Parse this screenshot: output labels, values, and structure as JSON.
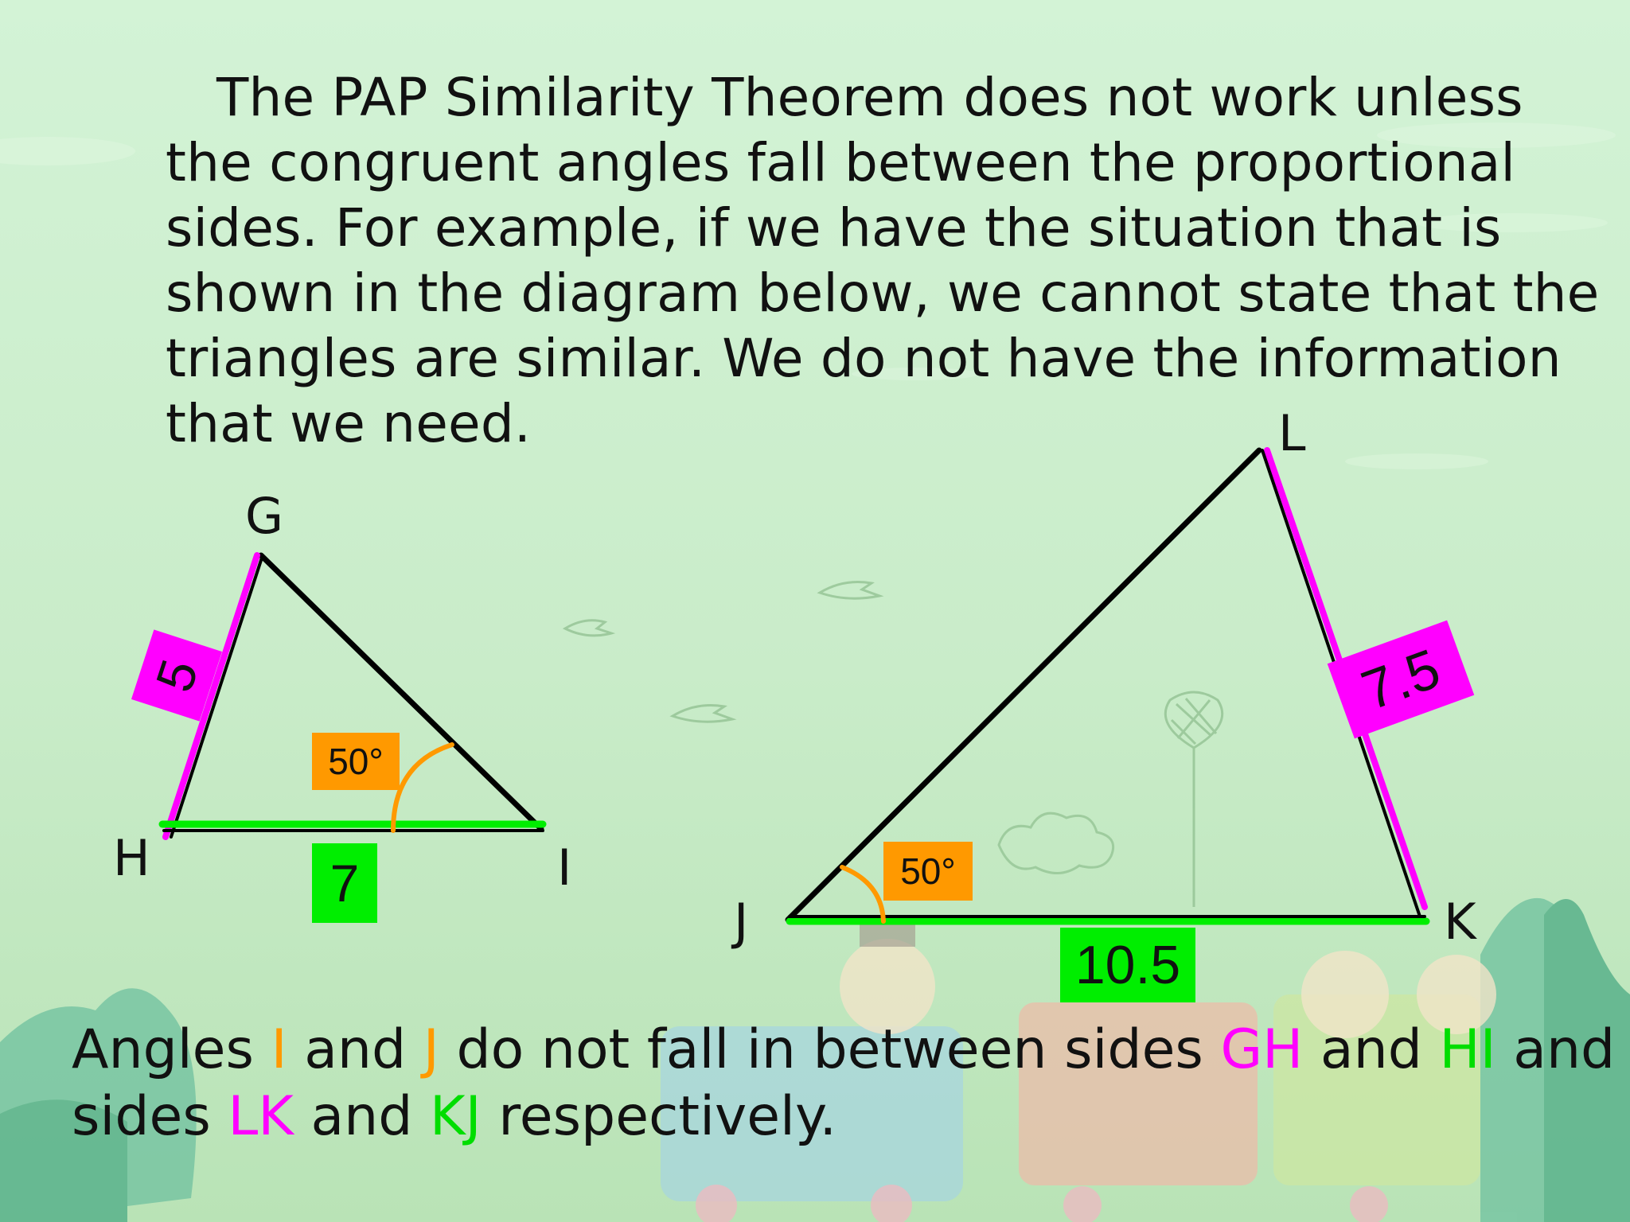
{
  "intro_lines": [
    "The PAP Similarity Theorem does not work unless",
    "the congruent angles fall between the proportional",
    "sides.  For example, if we have the situation that is",
    "shown in the diagram below, we cannot state that the",
    "triangles are similar.  We do not have the information",
    "that we need."
  ],
  "triangle_small": {
    "vertices": {
      "G": "G",
      "H": "H",
      "I": "I"
    },
    "side_GH": "5",
    "side_HI": "7",
    "angle_I": "50°"
  },
  "triangle_large": {
    "vertices": {
      "J": "J",
      "K": "K",
      "L": "L"
    },
    "side_LK": "7.5",
    "side_KJ": "10.5",
    "angle_J": "50°"
  },
  "conclusion": {
    "line1": [
      {
        "text": "Angles ",
        "color": "black"
      },
      {
        "text": "I",
        "color": "orange"
      },
      {
        "text": " and ",
        "color": "black"
      },
      {
        "text": "J",
        "color": "orange"
      },
      {
        "text": " do not fall in between sides ",
        "color": "black"
      },
      {
        "text": "GH",
        "color": "magenta"
      },
      {
        "text": " and ",
        "color": "black"
      },
      {
        "text": "HI",
        "color": "green"
      },
      {
        "text": " and",
        "color": "black"
      }
    ],
    "line2": [
      {
        "text": "sides ",
        "color": "black"
      },
      {
        "text": "LK",
        "color": "magenta"
      },
      {
        "text": " and ",
        "color": "black"
      },
      {
        "text": "KJ",
        "color": "green"
      },
      {
        "text": " respectively.",
        "color": "black"
      }
    ]
  },
  "colors": {
    "background": "#cdeecd",
    "proportional_side_a": "#ff00ff",
    "proportional_side_b": "#00ee00",
    "angle_marker": "#ff9900",
    "triangle_edge": "#000000"
  }
}
